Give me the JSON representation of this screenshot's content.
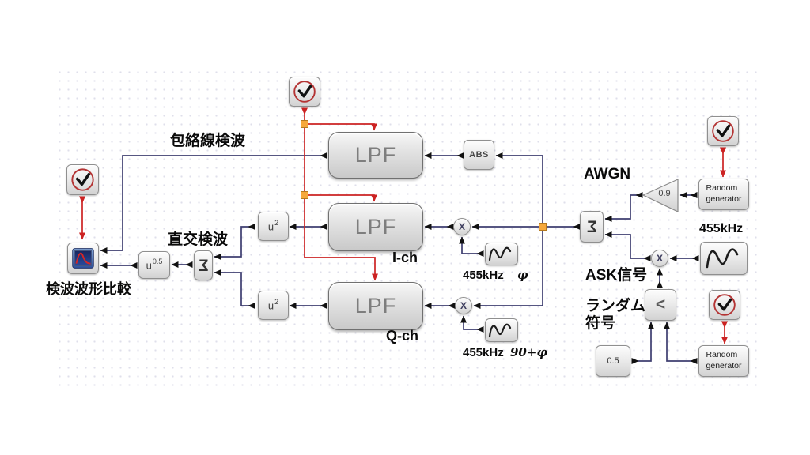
{
  "diagram": {
    "blocks": {
      "lpf": "LPF",
      "abs": "ABS",
      "square_base": "u",
      "square_exp": "2",
      "sqrt_base": "u",
      "sqrt_exp": "0.5",
      "sum_symbol": "Σ",
      "gain_value": "0.9",
      "const_value": "0.5",
      "compare_symbol": "<",
      "mult_symbol": "X",
      "random_line1": "Random",
      "random_line2": "generator"
    },
    "annotations": {
      "envelope_detection": "包絡線検波",
      "quadrature_detection": "直交検波",
      "waveform_compare": "検波波形比較",
      "i_channel": "I-ch",
      "q_channel": "Q-ch",
      "awgn": "AWGN",
      "ask_signal": "ASK信号",
      "random_code_line1": "ランダム",
      "random_code_line2": "符号",
      "freq_i": "455kHz",
      "phase_i": "φ",
      "freq_q": "455kHz",
      "phase_q": "90+φ",
      "freq_carrier": "455kHz"
    },
    "colors": {
      "signal_link": "#3e3e70",
      "activation_link": "#cc2323",
      "junction_fill": "#f6a83c",
      "scope_screen": "#1b2f6e"
    }
  }
}
